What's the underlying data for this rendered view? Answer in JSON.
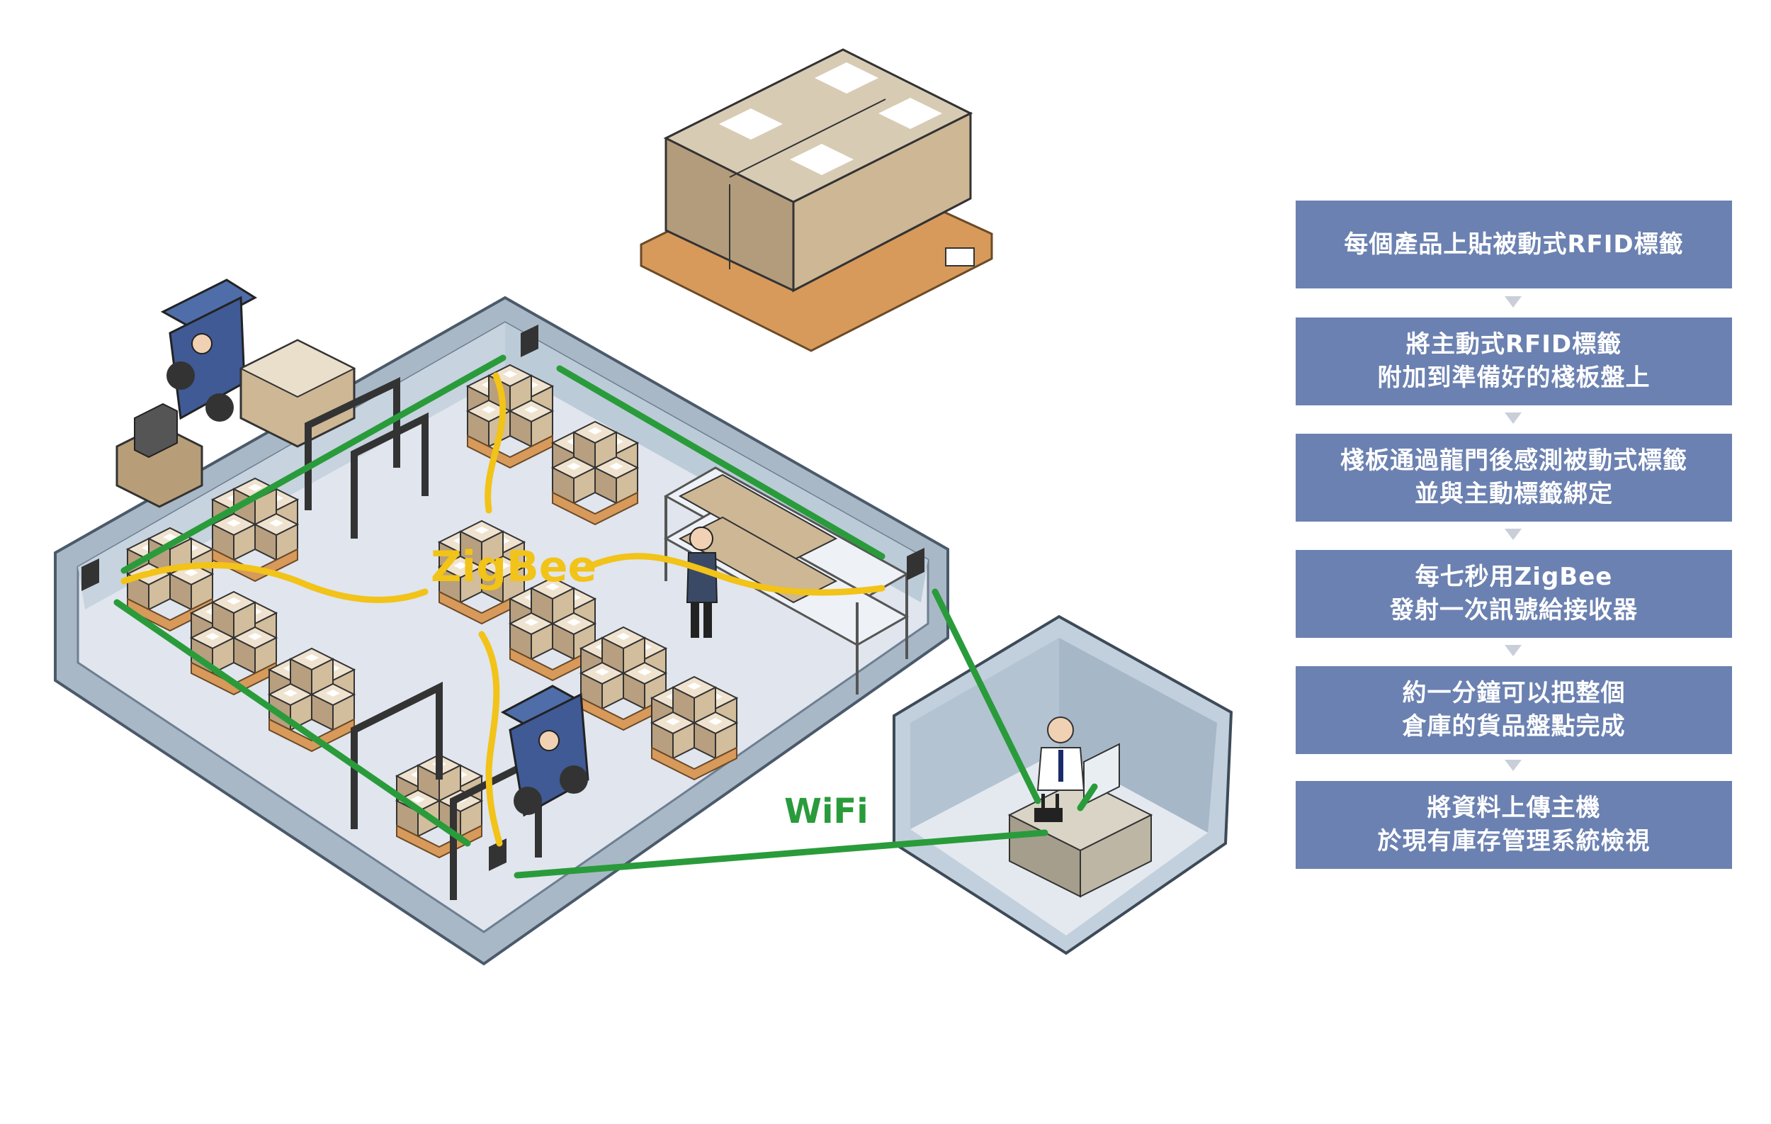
{
  "steps": [
    {
      "lines": [
        "每個產品上貼被動式RFID標籤"
      ]
    },
    {
      "lines": [
        "將主動式RFID標籤",
        "附加到準備好的棧板盤上"
      ]
    },
    {
      "lines": [
        "棧板通過龍門後感測被動式標籤",
        "並與主動標籤綁定"
      ]
    },
    {
      "lines": [
        "每七秒用ZigBee",
        "發射一次訊號給接收器"
      ]
    },
    {
      "lines": [
        "約一分鐘可以把整個",
        "倉庫的貨品盤點完成"
      ]
    },
    {
      "lines": [
        "將資料上傳主機",
        "於現有庫存管理系統檢視"
      ]
    }
  ],
  "labels": {
    "zigbee": "ZigBee",
    "wifi": "WiFi"
  },
  "colors": {
    "step_bg": "#6b81b1",
    "zigbee": "#f2c318",
    "wifi": "#2a9b3b",
    "wall": "#8ea1b4",
    "floor": "#e0e5ee"
  }
}
